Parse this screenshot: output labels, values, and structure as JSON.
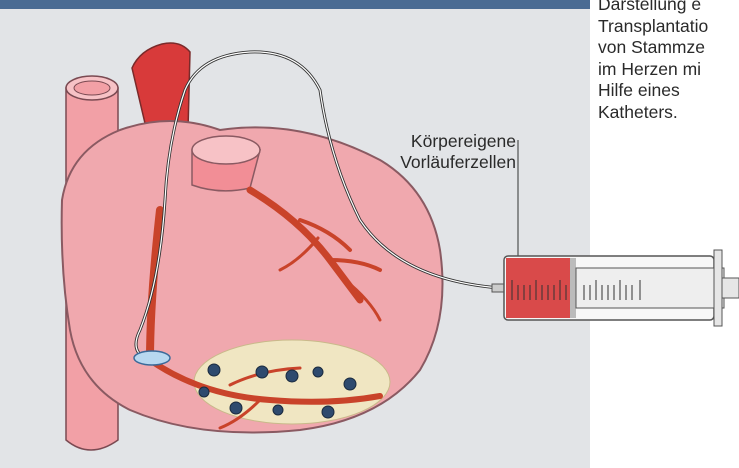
{
  "caption": {
    "lines": [
      "Darstellung e",
      "Transplantatio",
      "von Stammze",
      "im Herzen mi",
      "Hilfe eines",
      "Katheters."
    ]
  },
  "callout": {
    "lines": [
      "Körpereigene",
      "Vorläuferzellen"
    ]
  },
  "colors": {
    "panel_background": "#e2e4e7",
    "header_bar": "#4a6b93",
    "heart_tissue": "#f0a8ae",
    "artery": "#d83a3a",
    "coronary_vessels": "#c9432a",
    "infarct_zone": "#f0e6c2",
    "syringe_fluid": "#d94a4a"
  }
}
